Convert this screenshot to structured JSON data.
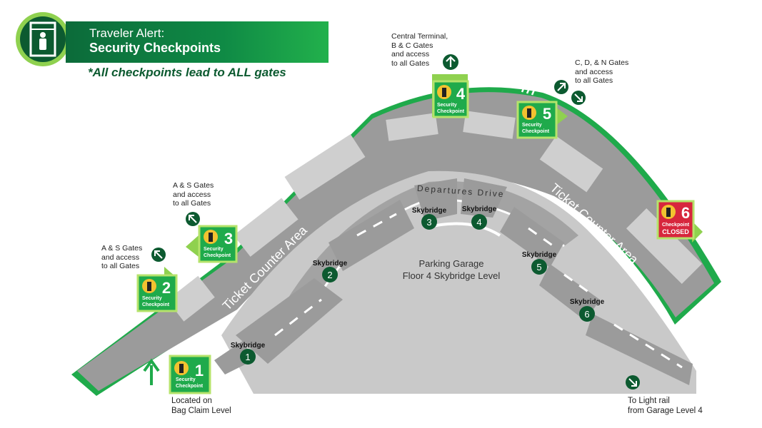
{
  "header": {
    "title_line1": "Traveler Alert:",
    "title_line2": "Security Checkpoints",
    "subtitle": "*All checkpoints lead to ALL gates"
  },
  "colors": {
    "green": "#1faa4b",
    "dark_green": "#0c5a30",
    "lime": "#8fd14f",
    "closed_red": "#d7263d",
    "road_gray": "#9b9b9b",
    "counter_gray": "#cfcfcf"
  },
  "checkpoints": [
    {
      "number": "1",
      "label_line1": "Security",
      "label_line2": "Checkpoint",
      "status": "open"
    },
    {
      "number": "2",
      "label_line1": "Security",
      "label_line2": "Checkpoint",
      "status": "open"
    },
    {
      "number": "3",
      "label_line1": "Security",
      "label_line2": "Checkpoint",
      "status": "open"
    },
    {
      "number": "4",
      "label_line1": "Security",
      "label_line2": "Checkpoint",
      "status": "open"
    },
    {
      "number": "5",
      "label_line1": "Security",
      "label_line2": "Checkpoint",
      "status": "open"
    },
    {
      "number": "6",
      "label_line1": "Checkpoint",
      "label_line2": "CLOSED",
      "status": "closed"
    }
  ],
  "skybridges": [
    {
      "label": "Skybridge",
      "number": "1"
    },
    {
      "label": "Skybridge",
      "number": "2"
    },
    {
      "label": "Skybridge",
      "number": "3"
    },
    {
      "label": "Skybridge",
      "number": "4"
    },
    {
      "label": "Skybridge",
      "number": "5"
    },
    {
      "label": "Skybridge",
      "number": "6"
    }
  ],
  "areas": {
    "ticket_counter_left": "Ticket Counter Area",
    "ticket_counter_right": "Ticket Counter Area",
    "departures_drive": "Departures Drive",
    "parking_line1": "Parking Garage",
    "parking_line2": "Floor 4 Skybridge Level"
  },
  "notes": {
    "central": [
      "Central Terminal,",
      "B & C Gates",
      "and access",
      "to all Gates"
    ],
    "cdn": [
      "C, D, & N Gates",
      "and access",
      "to all Gates"
    ],
    "as_upper": [
      "A & S Gates",
      "and access",
      "to all Gates"
    ],
    "as_lower": [
      "A & S Gates",
      "and access",
      "to all Gates"
    ],
    "bag_claim": [
      "Located on",
      "Bag Claim Level"
    ],
    "light_rail": [
      "To Light rail",
      "from Garage Level 4"
    ]
  },
  "icons": {
    "header": "security-scanner-icon",
    "checkpoint": "security-person-icon",
    "direction": "direction-arrow-icon"
  }
}
